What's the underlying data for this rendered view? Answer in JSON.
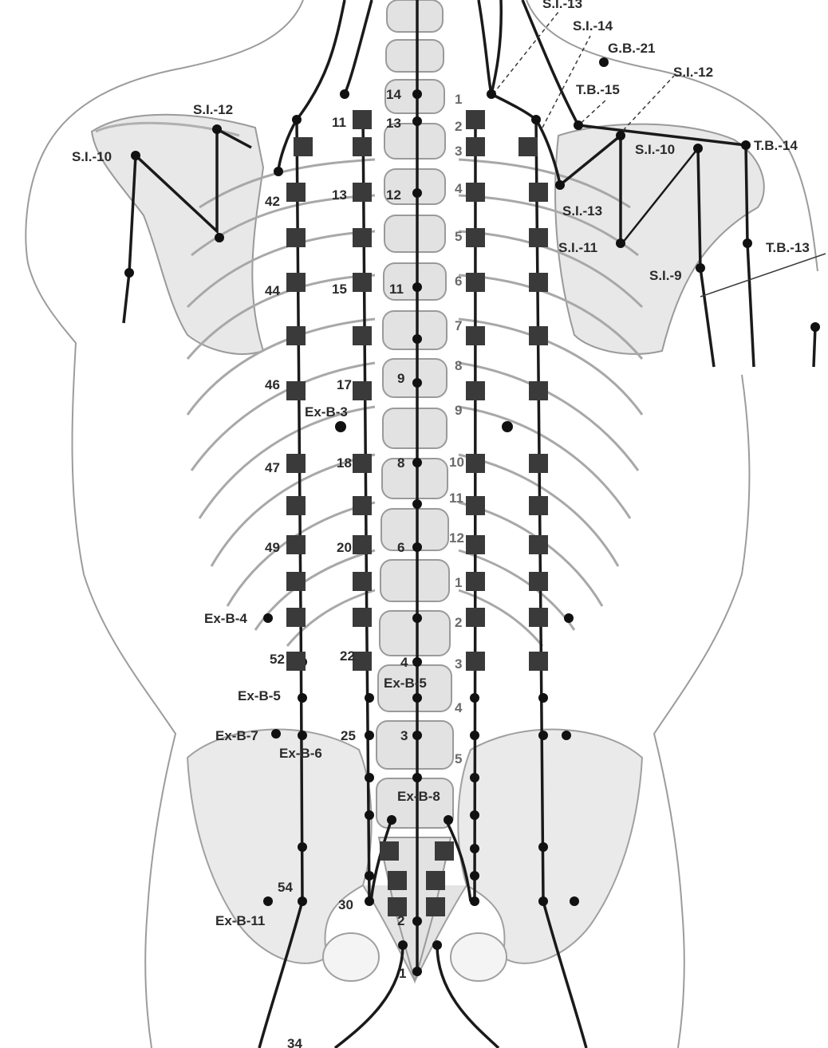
{
  "colors": {
    "ink": "#1a1a1a",
    "marker": "#3a3a3a",
    "bone_fill": "#e6e6e6",
    "bone_stroke": "#9a9a9a",
    "body_stroke": "#9c9c9c"
  },
  "labels": {
    "si_13_top": "S.I.-13",
    "si_14": "S.I.-14",
    "gb_21": "G.B.-21",
    "si_12_r": "S.I.-12",
    "tb_15": "T.B.-15",
    "si_12_l": "S.I.-12",
    "si_10_l": "S.I.-10",
    "si_10_r": "S.I.-10",
    "tb_14": "T.B.-14",
    "si_13_r": "S.I.-13",
    "si_11": "S.I.-11",
    "tb_13": "T.B.-13",
    "si_9": "S.I.-9",
    "gv_14": "14",
    "gv_13": "13",
    "gv_12": "12",
    "gv_11": "11",
    "gv_9": "9",
    "gv_8": "8",
    "gv_6": "6",
    "gv_4": "4",
    "gv_3": "3",
    "gv_2": "2",
    "gv_1": "1",
    "bl_11": "11",
    "bl_13": "13",
    "bl_15": "15",
    "bl_17": "17",
    "bl_18": "18",
    "bl_20": "20",
    "bl_22": "22",
    "bl_25": "25",
    "bl_30": "30",
    "bl_42": "42",
    "bl_44": "44",
    "bl_46": "46",
    "bl_47": "47",
    "bl_49": "49",
    "bl_52": "52",
    "bl_54": "54",
    "t1": "1",
    "t2": "2",
    "t3": "3",
    "t4": "4",
    "t5": "5",
    "t6": "6",
    "t7": "7",
    "t8": "8",
    "t9": "9",
    "t10": "10",
    "t11": "11",
    "t12": "12",
    "l1": "1",
    "l2": "2",
    "l3": "3",
    "l4": "4",
    "l5": "5",
    "exb3": "Ex-B-3",
    "exb4": "Ex-B-4",
    "exb5_c": "Ex-B-5",
    "exb5_l": "Ex-B-5",
    "exb6": "Ex-B-6",
    "exb7": "Ex-B-7",
    "exb8": "Ex-B-8",
    "exb11": "Ex-B-11",
    "partial_bottom": "34"
  }
}
